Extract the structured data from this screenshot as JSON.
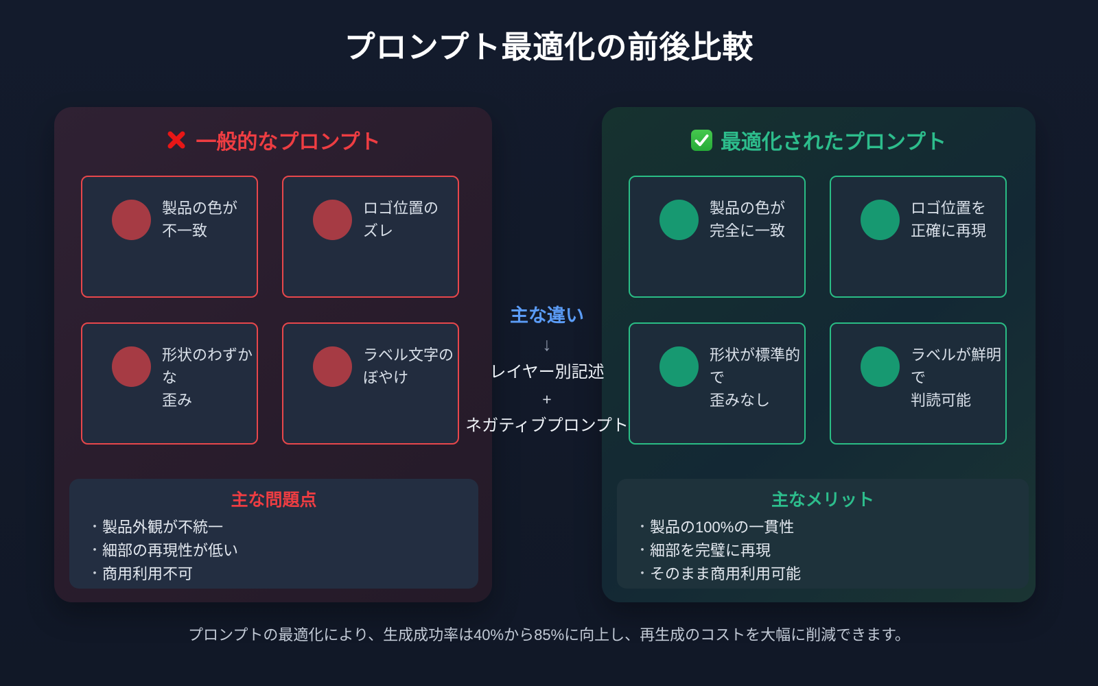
{
  "title": "プロンプト最適化の前後比較",
  "left": {
    "header": "一般的なプロンプト",
    "cards": [
      {
        "text": "製品の色が\n不一致"
      },
      {
        "text": "ロゴ位置の\nズレ"
      },
      {
        "text": "形状のわずかな\n歪み"
      },
      {
        "text": "ラベル文字の\nぼやけ"
      }
    ],
    "summary_title": "主な問題点",
    "bullets": [
      "製品外観が不統一",
      "細部の再現性が低い",
      "商用利用不可"
    ]
  },
  "right": {
    "header": "最適化されたプロンプト",
    "cards": [
      {
        "text": "製品の色が\n完全に一致"
      },
      {
        "text": "ロゴ位置を\n正確に再現"
      },
      {
        "text": "形状が標準的で\n歪みなし"
      },
      {
        "text": "ラベルが鮮明で\n判読可能"
      }
    ],
    "summary_title": "主なメリット",
    "bullets": [
      "製品の100%の一貫性",
      "細部を完璧に再現",
      "そのまま商用利用可能"
    ]
  },
  "middle": {
    "title": "主な違い",
    "arrow": "↓",
    "item1": "レイヤー別記述",
    "plus": "+",
    "item2": "ネガティブプロンプト"
  },
  "bullet_char": "・",
  "footer": "プロンプトの最適化により、生成成功率は40%から85%に向上し、再生成のコストを大幅に削減できます。",
  "colors": {
    "background": "#121a29",
    "red_accent": "#ee3d42",
    "green_accent": "#2dbd8c",
    "blue_accent": "#5b9cf6",
    "red_circle": "#a63b44",
    "green_circle": "#179971",
    "red_border": "#e8474b",
    "green_border": "#2abd85"
  }
}
